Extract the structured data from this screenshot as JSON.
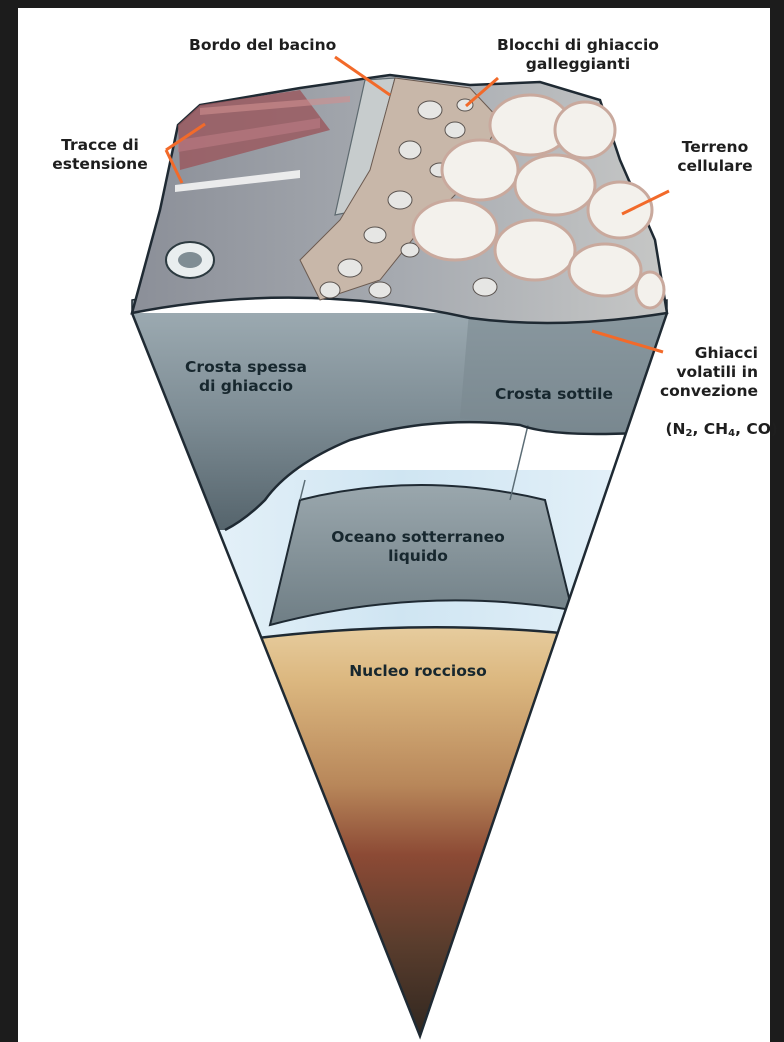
{
  "labels": {
    "bordo_bacino": "Bordo del bacino",
    "blocchi": "Blocchi di ghiaccio\ngalleggianti",
    "tracce": "Tracce di\nestensione",
    "terreno": "Terreno\ncellulare",
    "crosta_spessa": "Crosta spessa\ndi ghiaccio",
    "crosta_sottile": "Crosta sottile",
    "ghiacci_volatili": "Ghiacci\nvolatili in\nconvezione",
    "formula": {
      "open": "(N",
      "n_sub": "2",
      "mid": ", CH",
      "ch_sub": "4",
      "close": ", CO)"
    },
    "oceano": "Oceano sotterraneo\nliquido",
    "nucleo": "Nucleo roccioso"
  },
  "colors": {
    "leader": "#f26a2a",
    "crust": "#8d9ba2",
    "ocean": "#d6e9f4",
    "core_top": "#e2c18c",
    "core_bottom": "#3b2e25",
    "outline": "#1f2a33"
  }
}
